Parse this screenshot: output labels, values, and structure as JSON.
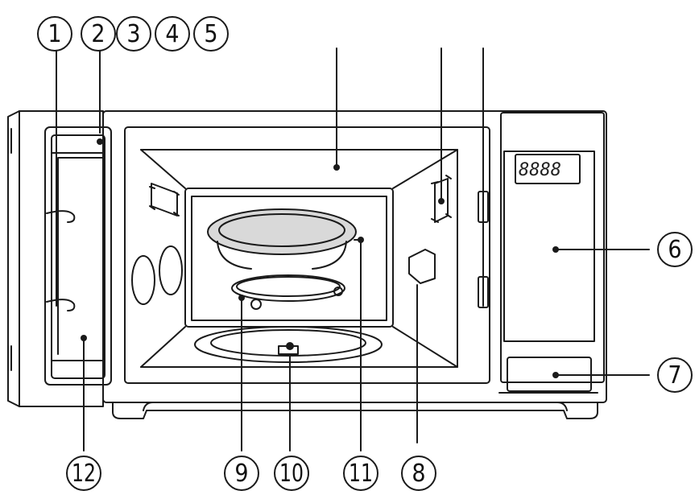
{
  "callouts": [
    {
      "id": "c1",
      "label": "1"
    },
    {
      "id": "c2",
      "label": "2"
    },
    {
      "id": "c3",
      "label": "3"
    },
    {
      "id": "c4",
      "label": "4"
    },
    {
      "id": "c5",
      "label": "5"
    },
    {
      "id": "c6",
      "label": "6"
    },
    {
      "id": "c7",
      "label": "7"
    },
    {
      "id": "c8",
      "label": "8"
    },
    {
      "id": "c9",
      "label": "9"
    },
    {
      "id": "c10",
      "label": "10"
    },
    {
      "id": "c11",
      "label": "11"
    },
    {
      "id": "c12",
      "label": "12"
    }
  ],
  "display": {
    "text": "8888"
  },
  "colors": {
    "line": "#1a1a1a",
    "glass": "#d9d9d9",
    "background": "#ffffff"
  }
}
